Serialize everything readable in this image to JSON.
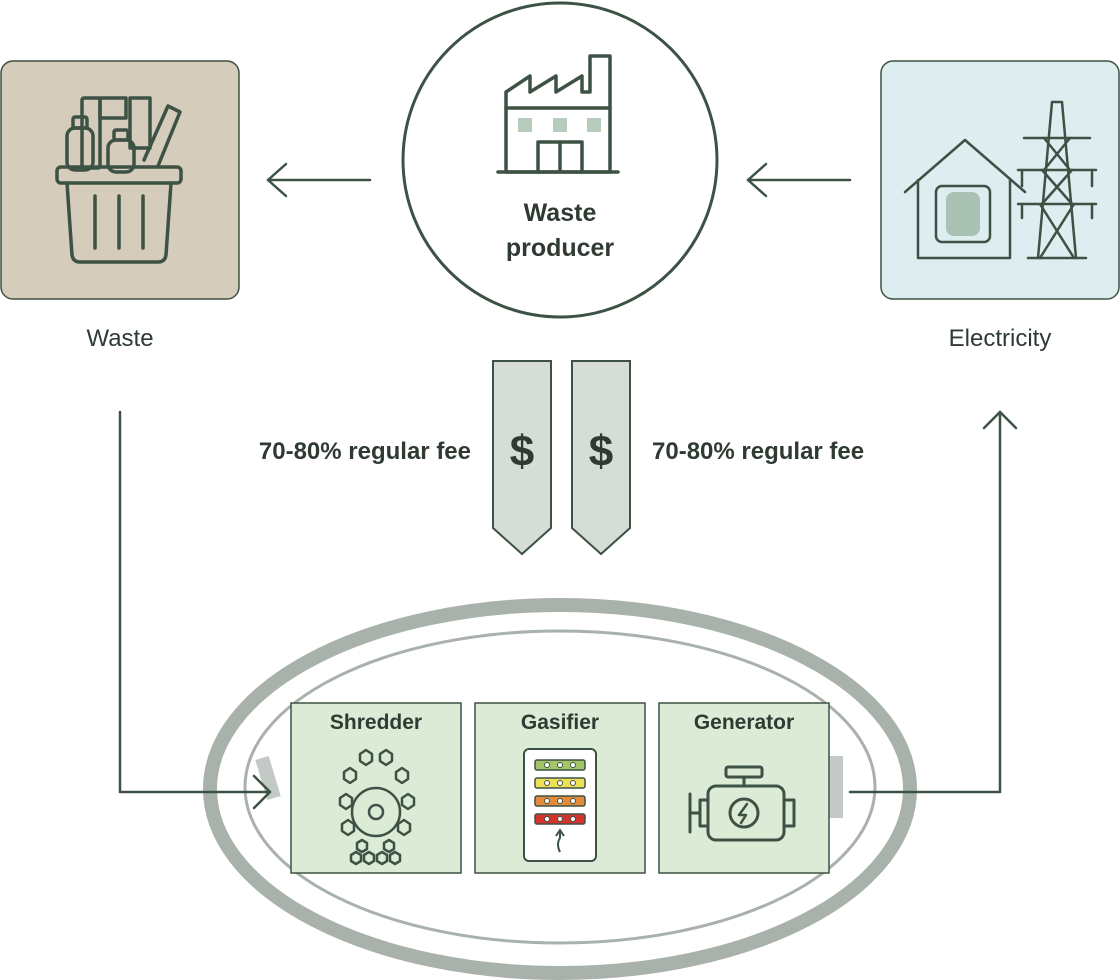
{
  "producer": {
    "line1": "Waste",
    "line2": "producer"
  },
  "waste_label": "Waste",
  "electricity_label": "Electricity",
  "fee_left": "70-80% regular fee",
  "fee_right": "70-80% regular fee",
  "currency_symbol": "$",
  "modules": {
    "shredder": "Shredder",
    "gasifier": "Gasifier",
    "generator": "Generator"
  },
  "colors": {
    "stroke": "#3d5244",
    "waste_box": "#d5ccbb",
    "electricity_box": "#ddedf0",
    "module_fill": "#dcebd6",
    "fee_arrow_fill": "#d5ddd6",
    "ellipse_gray": "#a9b1ab",
    "factory_window": "#b7cbbd"
  },
  "icons": {
    "waste": "trash-bin-icon",
    "factory": "factory-icon",
    "electricity": "house-power-pylon-icon",
    "shredder": "shredder-icon",
    "gasifier": "gasifier-panel-icon",
    "generator": "engine-icon"
  }
}
